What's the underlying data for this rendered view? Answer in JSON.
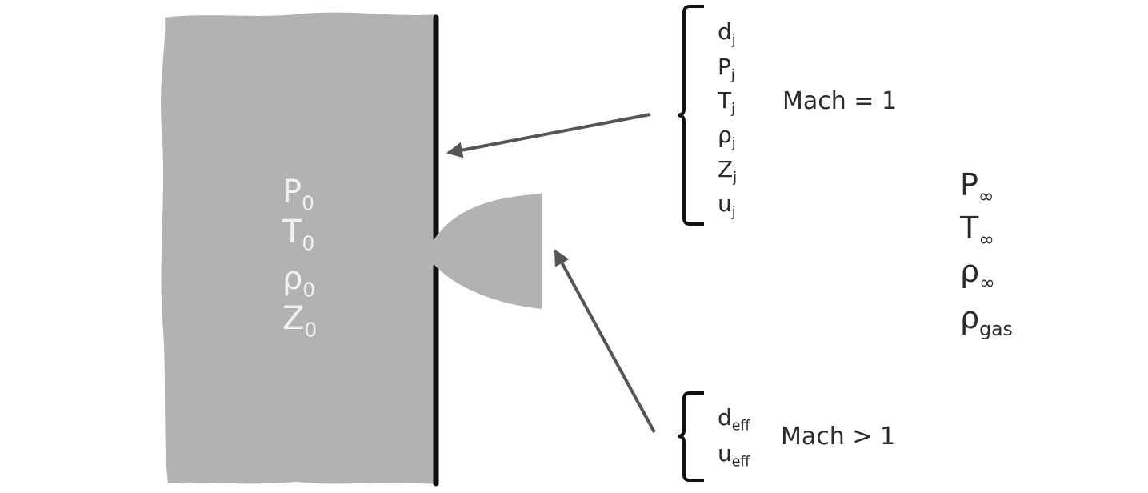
{
  "reservoir": {
    "labels": [
      {
        "base": "P",
        "sub": "0"
      },
      {
        "base": "T",
        "sub": "0"
      },
      {
        "base": "ρ",
        "sub": "0"
      },
      {
        "base": "Z",
        "sub": "0"
      }
    ]
  },
  "jet_exit": {
    "labels": [
      {
        "base": "d",
        "sub": "j"
      },
      {
        "base": "P",
        "sub": "j"
      },
      {
        "base": "T",
        "sub": "j"
      },
      {
        "base": "ρ",
        "sub": "j"
      },
      {
        "base": "Z",
        "sub": "j"
      },
      {
        "base": "u",
        "sub": "j"
      }
    ],
    "mach": "Mach = 1"
  },
  "effective": {
    "labels": [
      {
        "base": "d",
        "sub": "eff"
      },
      {
        "base": "u",
        "sub": "eff"
      }
    ],
    "mach": "Mach > 1"
  },
  "ambient": {
    "labels": [
      {
        "base": "P",
        "sub": "∞"
      },
      {
        "base": "T",
        "sub": "∞"
      },
      {
        "base": "ρ",
        "sub": "∞"
      },
      {
        "base": "ρ",
        "sub": "gas"
      }
    ]
  },
  "colors": {
    "reservoir_fill": "#b1b2b4",
    "plume_fill": "#b1b2b4",
    "wall": "#111111",
    "arrow": "#555555",
    "text": "#2b2b2b",
    "reservoir_text": "#f1f1f1"
  }
}
